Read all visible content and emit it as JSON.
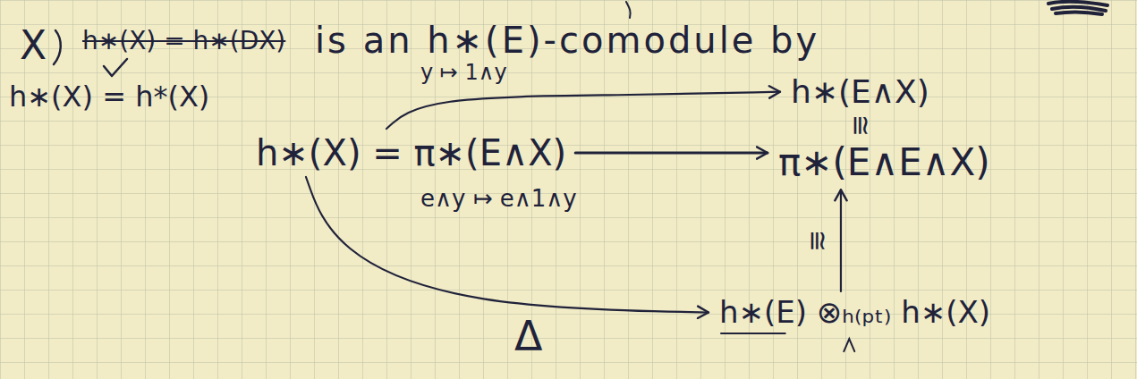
{
  "diagram": {
    "nodes": [
      {
        "text": [
          "h∗(X) = π∗(E∧X)"
        ]
      },
      {
        "text": [
          "h∗(E∧X)"
        ]
      },
      {
        "text": [
          "π∗(E∧E∧X)"
        ]
      },
      {
        "text": [
          "h∗(E) ⊗ₕ₍ₚₜ₎ h∗(X)"
        ]
      }
    ],
    "edges": [
      {
        "from": 0,
        "to": 1,
        "label": "y ↦ 1∧y",
        "arrow": "to"
      },
      {
        "from": 0,
        "to": 2,
        "label": "e∧y ↦ e∧1∧y",
        "arrow": "to"
      },
      {
        "from": 0,
        "to": 3,
        "label": "Δ",
        "arrow": "to"
      },
      {
        "from": 3,
        "to": 2,
        "label": "≅",
        "arrow": "to"
      }
    ],
    "labels": [
      "X",
      "h∗(X) = h∗(DX)",
      "is an h∗(E)-comodule by",
      "h∗(X) = h*(X)",
      "≅"
    ]
  }
}
